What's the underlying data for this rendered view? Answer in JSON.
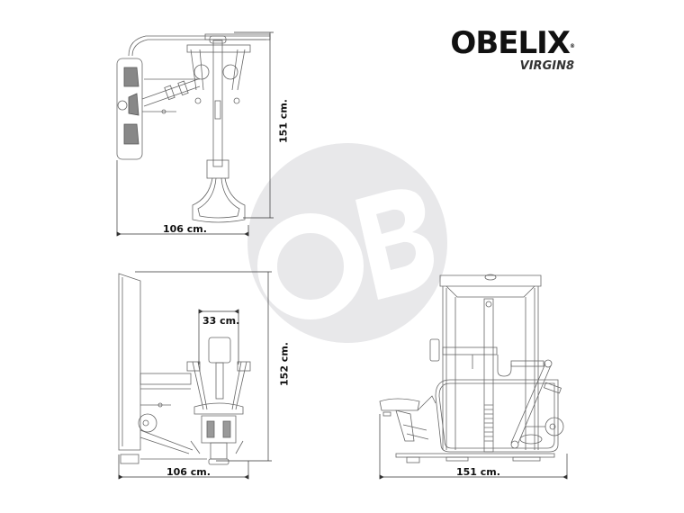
{
  "brand": {
    "name": "OBELIX",
    "registered": "®",
    "model": "VIRGIN8"
  },
  "watermark": {
    "text": "OB",
    "color": "#e8e8ea"
  },
  "views": {
    "top": {
      "width_label": "106 cm.",
      "height_label": "151 cm."
    },
    "front": {
      "width_label": "106 cm.",
      "height_label": "152 cm.",
      "inner_width_label": "33 cm."
    },
    "side": {
      "width_label": "151 cm."
    }
  },
  "colors": {
    "line": "#555555",
    "dim_line": "#222222",
    "text": "#111111"
  }
}
